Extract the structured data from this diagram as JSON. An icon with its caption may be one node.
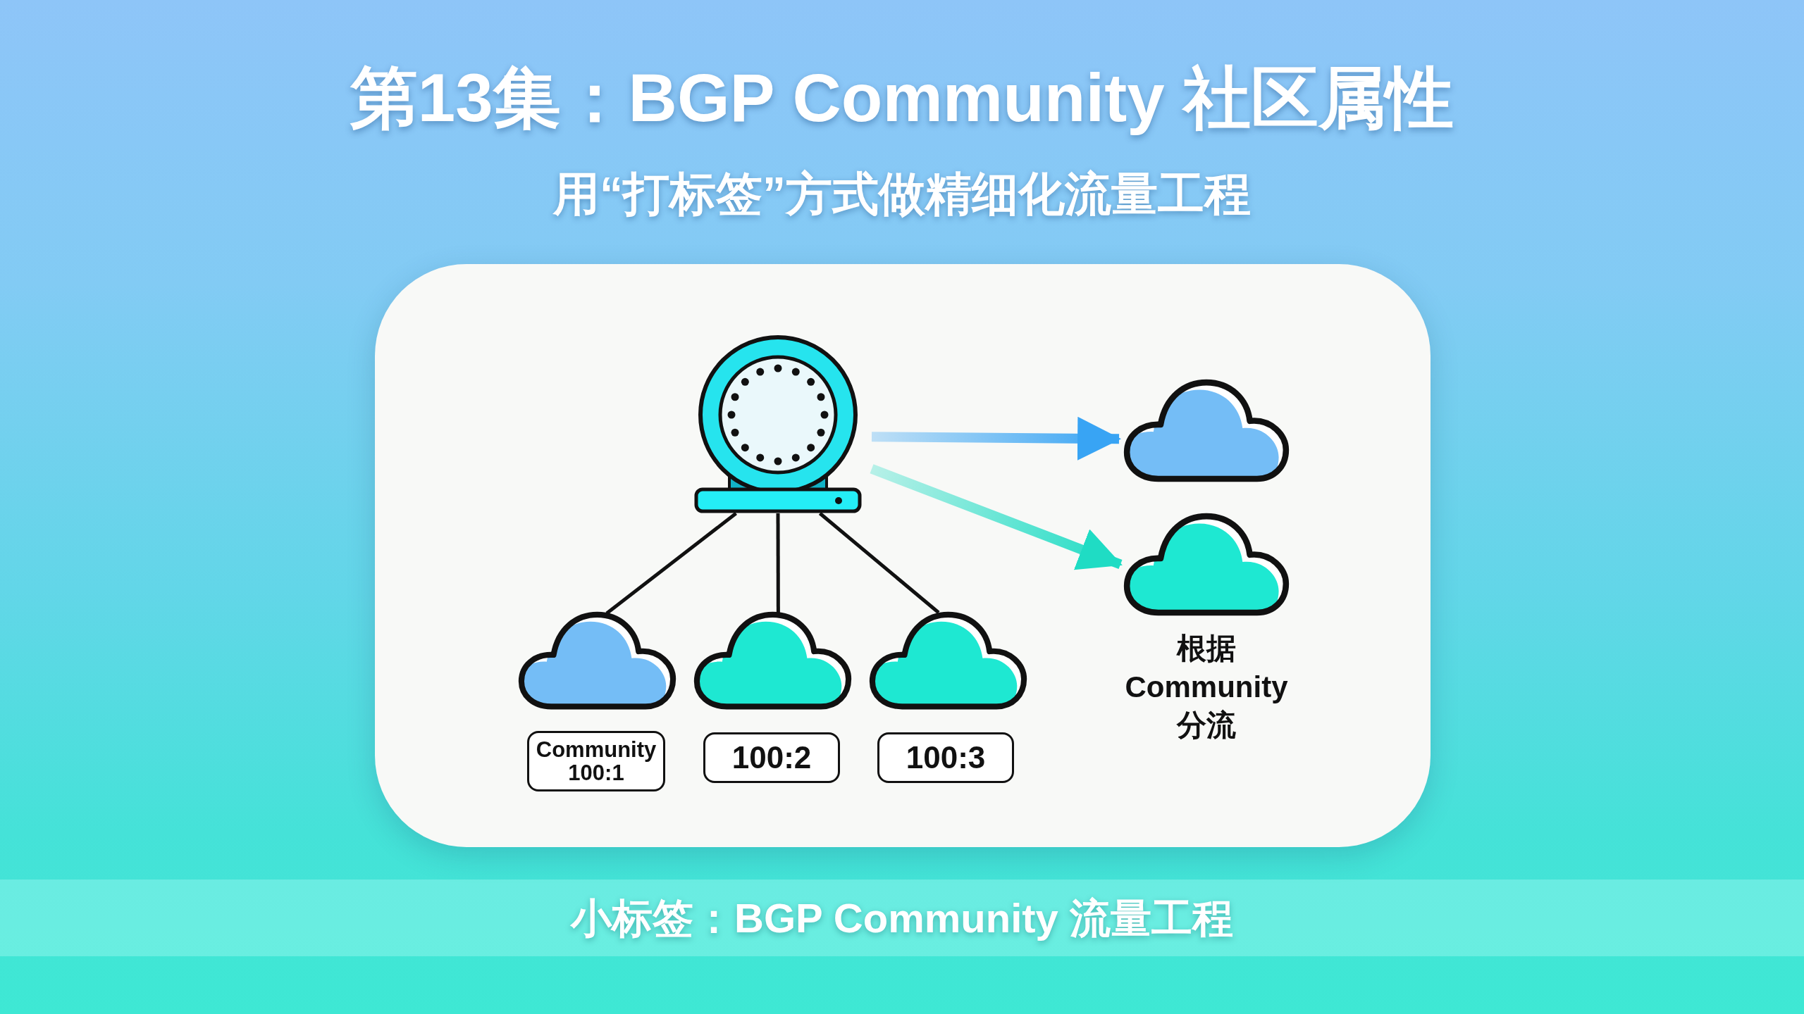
{
  "diagram": {
    "title": "第13集：BGP Community 社区属性",
    "caption": "小标签：BGP Community 流量工程",
    "nodes": [
      {
        "text": [],
        "shape": "picture"
      },
      {
        "text": [],
        "shape": "cloud"
      },
      {
        "text": [],
        "shape": "cloud"
      },
      {
        "text": [],
        "shape": "cloud"
      },
      {
        "text": [
          "Community 100:1"
        ]
      },
      {
        "text": [
          "100:2"
        ]
      },
      {
        "text": [
          "100:3"
        ]
      },
      {
        "text": [],
        "shape": "cloud"
      },
      {
        "text": [],
        "shape": "cloud",
        "beside": [
          "根据 Community 分流"
        ]
      }
    ],
    "edges": [
      {
        "from": 0,
        "to": 1,
        "arrow": "none"
      },
      {
        "from": 0,
        "to": 2,
        "arrow": "none"
      },
      {
        "from": 0,
        "to": 3,
        "arrow": "none"
      },
      {
        "from": 0,
        "to": 7,
        "arrow": "to",
        "style": "thick",
        "color": "#38a4f4"
      },
      {
        "from": 0,
        "to": 8,
        "arrow": "to",
        "style": "thick",
        "color": "#1fdcc4"
      }
    ],
    "labels": [
      "用“打标签”方式做精细化流量工程"
    ]
  }
}
